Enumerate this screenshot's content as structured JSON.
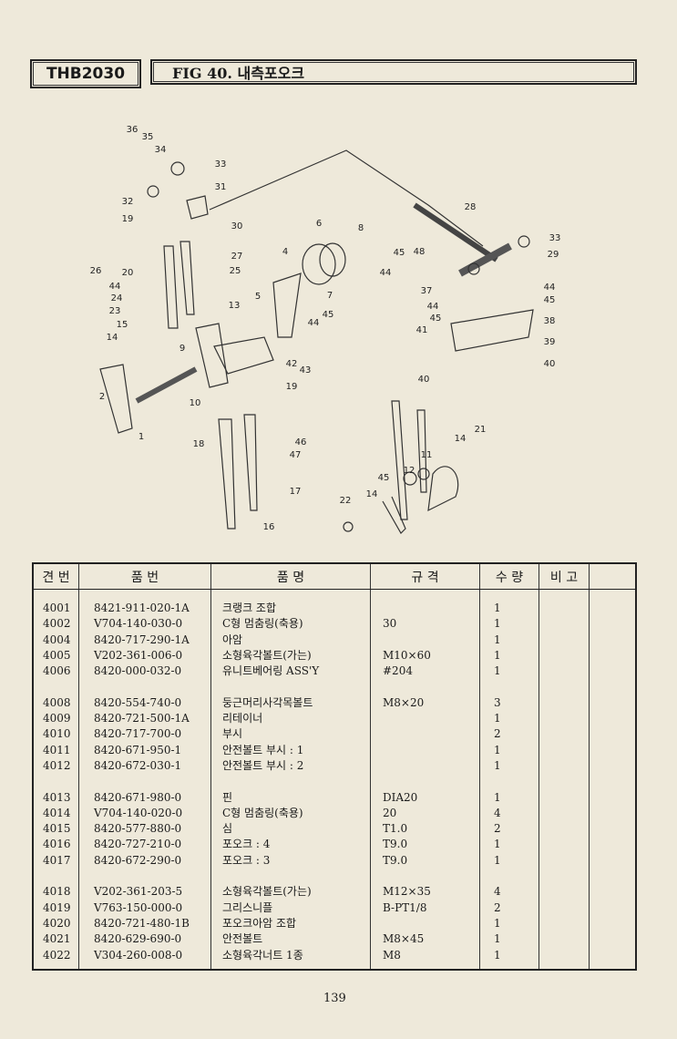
{
  "header": {
    "model_code": "THB2030",
    "figure_title": "FIG 40. 내측포오크"
  },
  "diagram": {
    "callouts": [
      "36",
      "35",
      "34",
      "33",
      "31",
      "32",
      "19",
      "30",
      "27",
      "26",
      "25",
      "20",
      "44",
      "24",
      "23",
      "13",
      "15",
      "14",
      "5",
      "9",
      "2",
      "10",
      "1",
      "19",
      "42",
      "43",
      "45",
      "44",
      "4",
      "6",
      "8",
      "7",
      "18",
      "46",
      "47",
      "17",
      "16",
      "28",
      "33",
      "29",
      "45",
      "48",
      "44",
      "37",
      "44",
      "45",
      "41",
      "38",
      "44",
      "45",
      "39",
      "40",
      "40",
      "21",
      "14",
      "11",
      "12",
      "45",
      "14",
      "22"
    ]
  },
  "table": {
    "headers": [
      "견 번",
      "품 번",
      "품 명",
      "규 격",
      "수 량",
      "비 고"
    ],
    "rows": [
      {
        "no": "4001",
        "part": "8421-911-020-1A",
        "name": "크랭크 조합",
        "spec": "",
        "qty": "1"
      },
      {
        "no": "4002",
        "part": "V704-140-030-0",
        "name": "C형 멈춤링(축용)",
        "spec": "30",
        "qty": "1"
      },
      {
        "no": "4004",
        "part": "8420-717-290-1A",
        "name": "아암",
        "spec": "",
        "qty": "1"
      },
      {
        "no": "4005",
        "part": "V202-361-006-0",
        "name": "소형육각볼트(가는)",
        "spec": "M10×60",
        "qty": "1"
      },
      {
        "no": "4006",
        "part": "8420-000-032-0",
        "name": "유니트베어링 ASS'Y",
        "spec": "#204",
        "qty": "1"
      },
      null,
      {
        "no": "4008",
        "part": "8420-554-740-0",
        "name": "둥근머리사각목볼트",
        "spec": "M8×20",
        "qty": "3"
      },
      {
        "no": "4009",
        "part": "8420-721-500-1A",
        "name": "리테이너",
        "spec": "",
        "qty": "1"
      },
      {
        "no": "4010",
        "part": "8420-717-700-0",
        "name": "부시",
        "spec": "",
        "qty": "2"
      },
      {
        "no": "4011",
        "part": "8420-671-950-1",
        "name": "안전볼트 부시 : 1",
        "spec": "",
        "qty": "1"
      },
      {
        "no": "4012",
        "part": "8420-672-030-1",
        "name": "안전볼트 부시 : 2",
        "spec": "",
        "qty": "1"
      },
      null,
      {
        "no": "4013",
        "part": "8420-671-980-0",
        "name": "핀",
        "spec": "DIA20",
        "qty": "1"
      },
      {
        "no": "4014",
        "part": "V704-140-020-0",
        "name": "C형 멈춤링(축용)",
        "spec": "20",
        "qty": "4"
      },
      {
        "no": "4015",
        "part": "8420-577-880-0",
        "name": "심",
        "spec": "T1.0",
        "qty": "2"
      },
      {
        "no": "4016",
        "part": "8420-727-210-0",
        "name": "포오크 : 4",
        "spec": "T9.0",
        "qty": "1"
      },
      {
        "no": "4017",
        "part": "8420-672-290-0",
        "name": "포오크 : 3",
        "spec": "T9.0",
        "qty": "1"
      },
      null,
      {
        "no": "4018",
        "part": "V202-361-203-5",
        "name": "소형육각볼트(가는)",
        "spec": "M12×35",
        "qty": "4"
      },
      {
        "no": "4019",
        "part": "V763-150-000-0",
        "name": "그리스니플",
        "spec": "B-PT1/8",
        "qty": "2"
      },
      {
        "no": "4020",
        "part": "8420-721-480-1B",
        "name": "포오크아암 조합",
        "spec": "",
        "qty": "1"
      },
      {
        "no": "4021",
        "part": "8420-629-690-0",
        "name": "안전볼트",
        "spec": "M8×45",
        "qty": "1"
      },
      {
        "no": "4022",
        "part": "V304-260-008-0",
        "name": "소형육각너트 1종",
        "spec": "M8",
        "qty": "1"
      }
    ]
  },
  "footer": {
    "page_number": "139"
  }
}
